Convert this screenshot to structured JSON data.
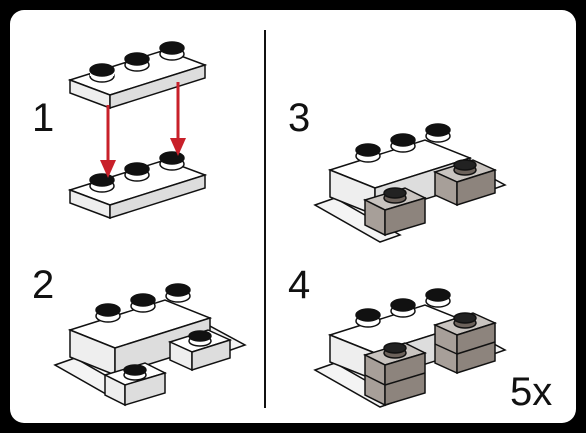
{
  "steps": [
    {
      "number": "1"
    },
    {
      "number": "2"
    },
    {
      "number": "3"
    },
    {
      "number": "4"
    }
  ],
  "quantity": "5x",
  "colors": {
    "background": "#000000",
    "panel": "#ffffff",
    "arrow": "#c8202a",
    "transparent_brick": "#6d635c",
    "stud": "#111111"
  }
}
